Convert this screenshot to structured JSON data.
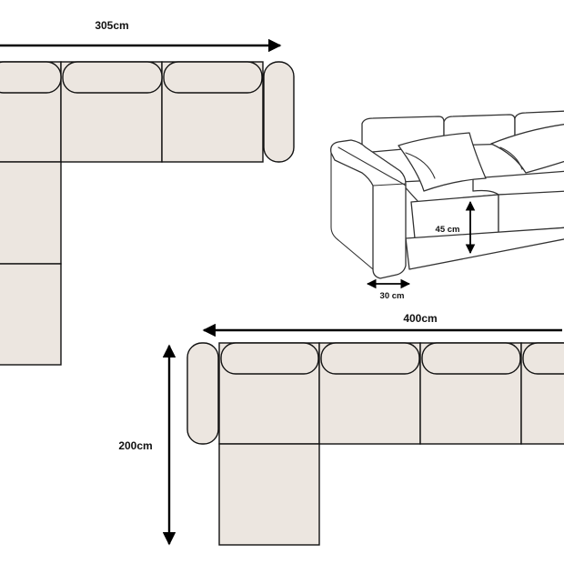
{
  "diagram_a": {
    "width_label": "305cm"
  },
  "diagram_b": {
    "width_label": "400cm",
    "depth_label": "200cm"
  },
  "sketch": {
    "seat_height_label": "45 cm",
    "arm_width_label": "30 cm"
  },
  "colors": {
    "fabric": "#ece6e0",
    "outline": "#111111",
    "arrow": "#000000"
  }
}
